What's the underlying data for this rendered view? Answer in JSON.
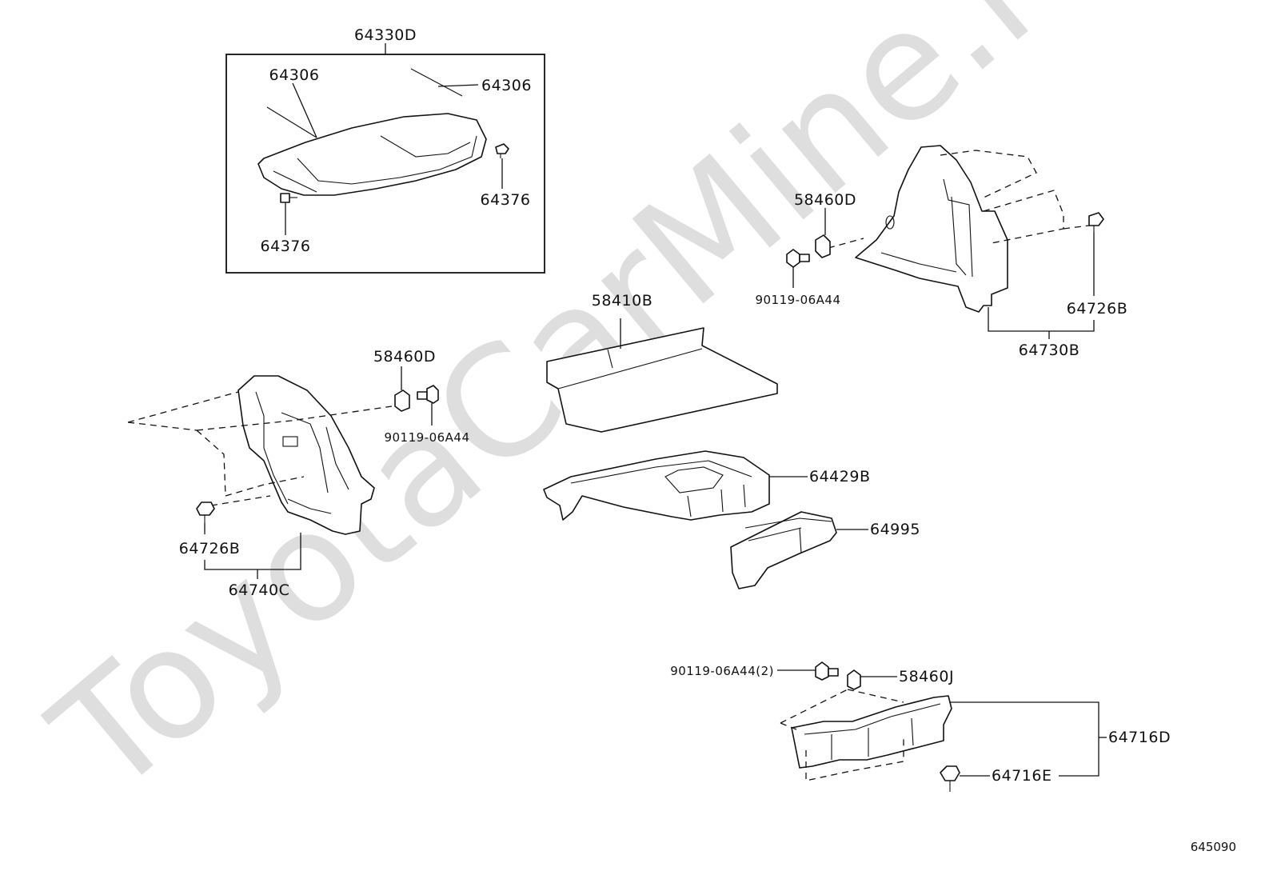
{
  "watermark": "ToyotaCarMine.ru",
  "figure_number": "645090",
  "labels": {
    "tonneau_assy": "64330D",
    "rod_left": "64306",
    "rod_right": "64306",
    "retainer_right": "64376",
    "retainer_left": "64376",
    "luggage_mat": "58410B",
    "clip_58460d_right": "58460D",
    "screw_right": "90119-06A44",
    "clip_64726b_right": "64726B",
    "trim_right": "64730B",
    "clip_58460d_left": "58460D",
    "screw_left": "90119-06A44",
    "clip_64726b_left": "64726B",
    "trim_left": "64740C",
    "floor_box": "64429B",
    "box_64995": "64995",
    "screw_rear": "90119-06A44(2)",
    "clip_58460j": "58460J",
    "rear_trim": "64716D",
    "clip_64716e": "64716E"
  }
}
